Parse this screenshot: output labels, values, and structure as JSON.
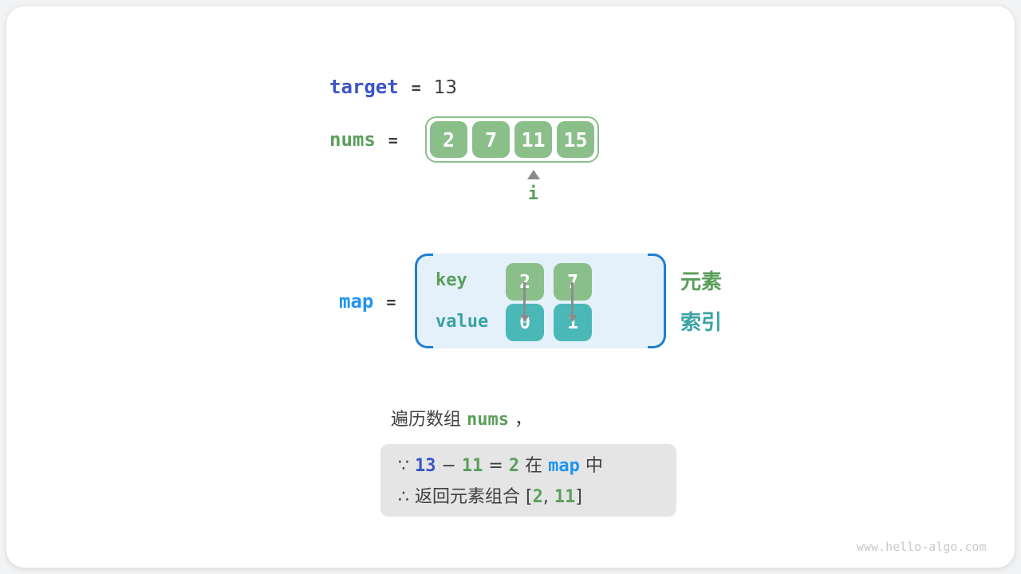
{
  "colors": {
    "keyword_blue": "#3b54c4",
    "map_blue": "#2094f3",
    "green_text": "#5a9e5a",
    "green_cell": "#8abf8a",
    "teal_text": "#3aa2a2",
    "teal_cell": "#4bb8b8",
    "map_box_bg": "#e4f1fa",
    "map_bracket_blue": "#1f7fd4",
    "conclusion_bg": "#e5e5e6",
    "text_dark": "#3f3f3f",
    "arrow_gray": "#8c8c8c"
  },
  "target_line": {
    "label": "target",
    "equals": "=",
    "value": "13"
  },
  "nums_line": {
    "label": "nums",
    "equals": "=",
    "cells": [
      "2",
      "7",
      "11",
      "15"
    ],
    "pointer_label": "i"
  },
  "map_section": {
    "label": "map",
    "equals": "=",
    "key_header": "key",
    "value_header": "value",
    "key_cells": [
      "2",
      "7"
    ],
    "value_cells": [
      "0",
      "1"
    ],
    "legend_key": "元素",
    "legend_value": "索引"
  },
  "caption": {
    "prefix": "遍历数组 ",
    "code": "nums",
    "suffix": " ，"
  },
  "conclusion": {
    "line1": {
      "because": "∵ ",
      "target": "13",
      "minus": " − ",
      "num": "11",
      "equals": " = ",
      "complement": "2",
      "in_word": " 在 ",
      "map_word": "map",
      "zhong": " 中"
    },
    "line2": {
      "therefore": "∴ 返回元素组合 [",
      "first": "2",
      "comma": ", ",
      "second": "11",
      "close_bracket": "]"
    }
  },
  "watermark": "www.hello-algo.com"
}
